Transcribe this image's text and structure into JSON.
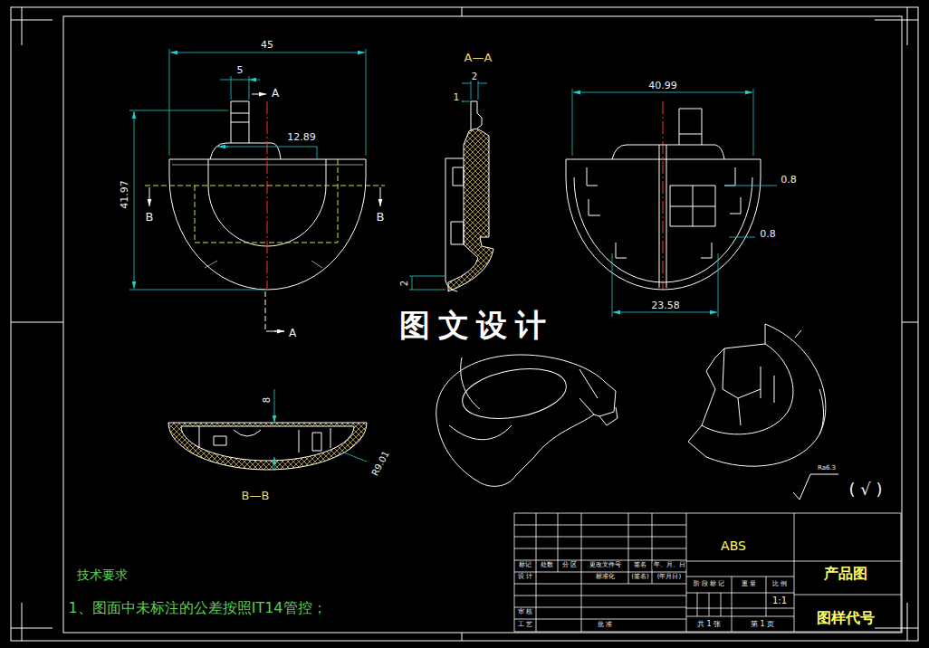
{
  "diagram": {
    "labels": [
      "45",
      "5",
      "A",
      "12.89",
      "41.97",
      "B",
      "B",
      "A",
      "A—A",
      "2",
      "1",
      "2",
      "40.99",
      "0.8",
      "0.8",
      "23.58",
      "图 文 设 计",
      "8",
      "R9.01",
      "B—B",
      "Ra6.3",
      "( √ )",
      "技术要求",
      "1、图面中未标注的公差按照IT14管控；",
      "ABS",
      "标记",
      "处数",
      "分 区",
      "更改文件号",
      "签名",
      "年、月、日",
      "设 计",
      "标准化",
      "(签名)",
      "(年月日)",
      "阶 段 标 记",
      "重 量",
      "比 例",
      "1:1",
      "审 核",
      "工 艺",
      "批 准",
      "共 1 张",
      "第 1 页",
      "产品图",
      "图样代号"
    ]
  }
}
